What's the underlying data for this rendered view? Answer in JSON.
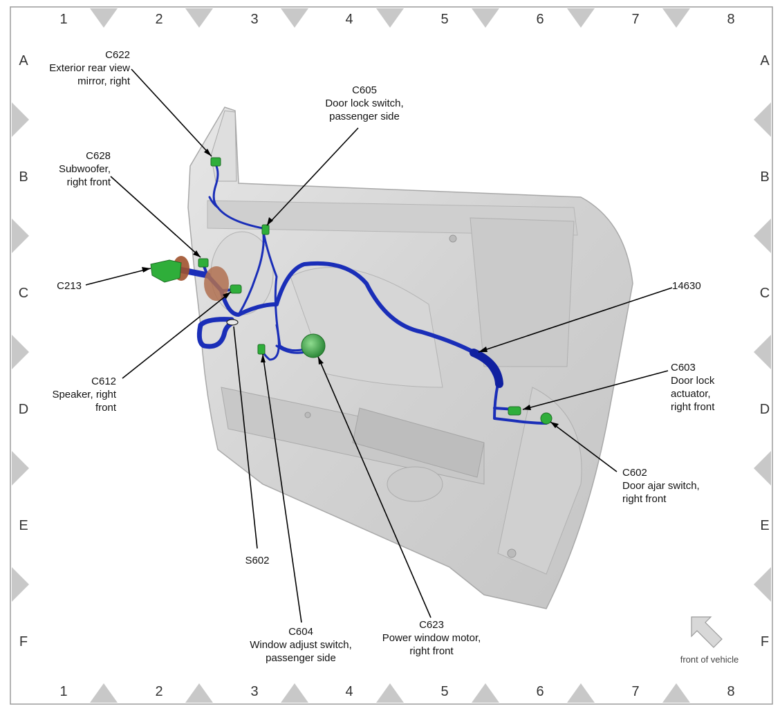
{
  "grid": {
    "columns": [
      "1",
      "2",
      "3",
      "4",
      "5",
      "6",
      "7",
      "8"
    ],
    "rows": [
      "A",
      "B",
      "C",
      "D",
      "E",
      "F"
    ]
  },
  "callouts": {
    "c622": {
      "code": "C622",
      "line1": "Exterior rear view",
      "line2": "mirror, right"
    },
    "c605": {
      "code": "C605",
      "line1": "Door lock switch,",
      "line2": "passenger side"
    },
    "c628": {
      "code": "C628",
      "line1": "Subwoofer,",
      "line2": "right front"
    },
    "c213": {
      "code": "C213"
    },
    "h14630": {
      "code": "14630"
    },
    "c612": {
      "code": "C612",
      "line1": "Speaker, right",
      "line2": "front"
    },
    "c603": {
      "code": "C603",
      "line1": "Door lock",
      "line2": "actuator,",
      "line3": "right front"
    },
    "c602": {
      "code": "C602",
      "line1": "Door ajar switch,",
      "line2": "right front"
    },
    "s602": {
      "code": "S602"
    },
    "c604": {
      "code": "C604",
      "line1": "Window adjust switch,",
      "line2": "passenger side"
    },
    "c623": {
      "code": "C623",
      "line1": "Power window motor,",
      "line2": "right front"
    }
  },
  "orientation": {
    "label": "front of vehicle",
    "icon": "arrow-up-left-icon"
  },
  "colors": {
    "harness": "#1a2eb8",
    "connector": "#2fae3a",
    "door_panel": "#d4d4d4",
    "border_triangle": "#c8c8c8"
  }
}
